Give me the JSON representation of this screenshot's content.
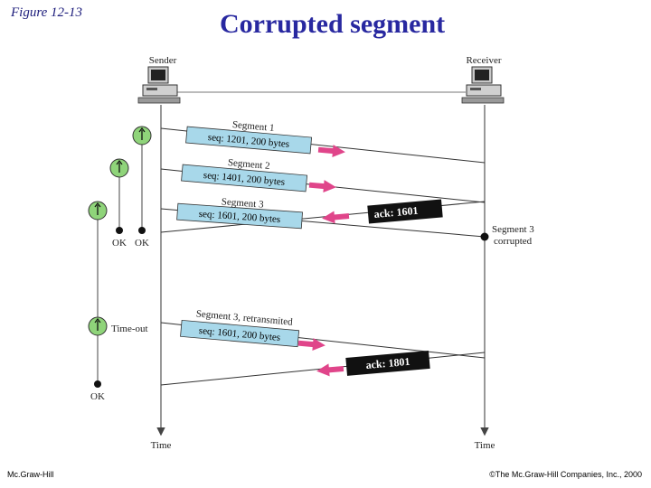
{
  "figure_label": "Figure 12-13",
  "title": "Corrupted segment",
  "footer": {
    "publisher": "Mc.Graw-Hill",
    "copyright": "©The Mc.Graw-Hill Companies, Inc., 2000"
  },
  "diagram": {
    "sender_label": "Sender",
    "receiver_label": "Receiver",
    "time_label": "Time",
    "segments": [
      {
        "title": "Segment 1",
        "info": "seq: 1201, 200 bytes"
      },
      {
        "title": "Segment 2",
        "info": "seq: 1401, 200 bytes"
      },
      {
        "title": "Segment 3",
        "info": "seq: 1601, 200 bytes"
      },
      {
        "title": "Segment 3, retransmited",
        "info": "seq: 1601, 200 bytes"
      }
    ],
    "acks": [
      "ack: 1601",
      "ack: 1801"
    ],
    "corrupted_label_line1": "Segment 3",
    "corrupted_label_line2": "corrupted",
    "ok_label": "OK",
    "timeout_label": "Time-out"
  },
  "colors": {
    "title": "#2828a0",
    "segment_box": "#a8d8ea",
    "ack_box": "#111111",
    "arrow": "#e0458a",
    "timer": "#8fd47a"
  }
}
